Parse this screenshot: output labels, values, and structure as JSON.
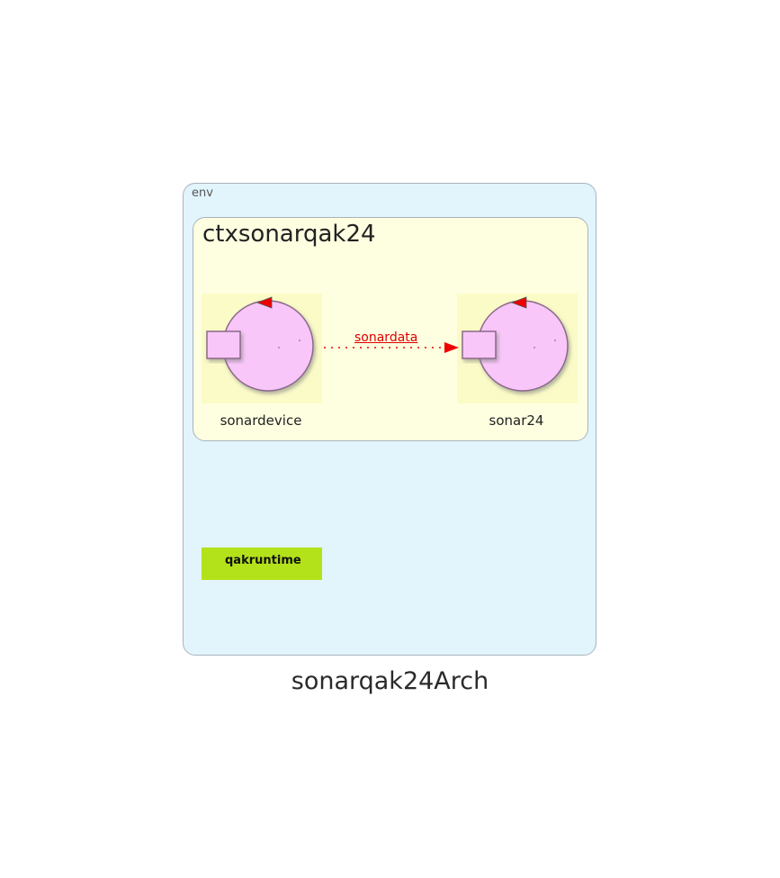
{
  "environment": {
    "label": "env"
  },
  "context": {
    "label": "ctxsonarqak24"
  },
  "actors": [
    {
      "id": "sonardevice",
      "label": "sonardevice"
    },
    {
      "id": "sonar24",
      "label": "sonar24"
    }
  ],
  "edge": {
    "from": "sonardevice",
    "to": "sonar24",
    "label": "sonardata",
    "color": "#dd0000"
  },
  "runtime": {
    "label": "qakruntime",
    "color": "#b3e21a"
  },
  "diagram": {
    "title": "sonarqak24Arch"
  },
  "colors": {
    "env_bg": "#e2f4fc",
    "context_bg": "#fefee0",
    "actor_bg": "#fbfbc8",
    "actor_fill": "#f9c6f9",
    "arrow": "#ee0000"
  }
}
